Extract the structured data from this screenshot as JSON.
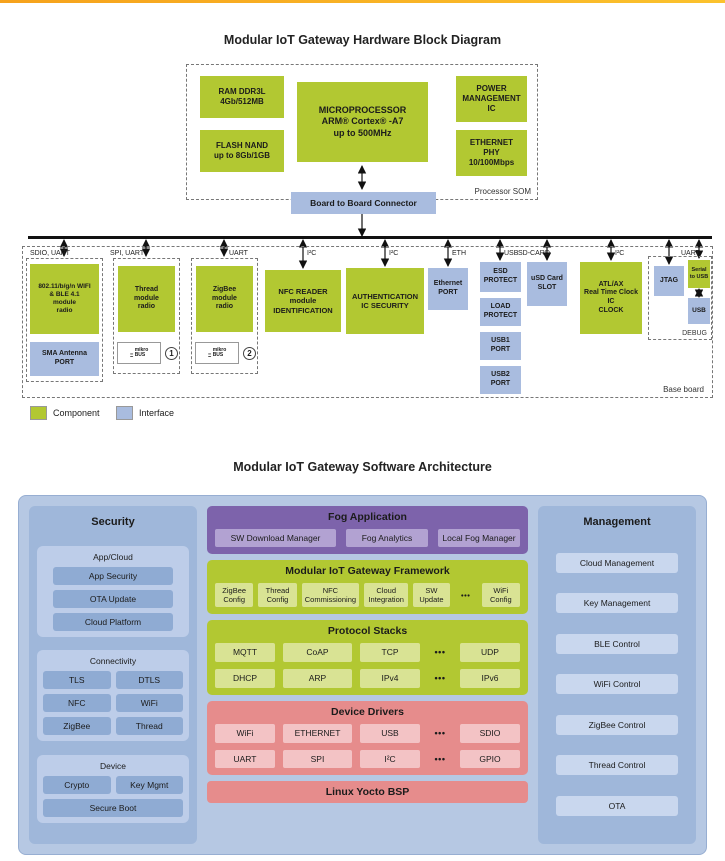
{
  "titles": {
    "hardware": "Modular IoT Gateway Hardware Block Diagram",
    "software": "Modular IoT Gateway Software Architecture"
  },
  "colors": {
    "component_green": "#b2c832",
    "interface_blue": "#a9bcdf",
    "fog_purple": "#7d63ab",
    "driver_red": "#e68c8c",
    "panel_blue": "#b6c8e3"
  },
  "hw": {
    "som_label": "Processor SOM",
    "ram": "RAM DDR3L\n4Gb/512MB",
    "flash": "FLASH NAND\nup to 8Gb/1GB",
    "mcu": "MICROPROCESSOR\nARM® Cortex® -A7\nup to 500MHz",
    "pmic": "POWER\nMANAGEMENT\nIC",
    "phy": "ETHERNET\nPHY\n10/100Mbps",
    "b2b": "Board to Board Connector",
    "bus": [
      "SDIO, UART",
      "SPI, UART",
      "UART",
      "I²C",
      "I²C",
      "ETH",
      "USB",
      "SD-CARD",
      "I²C",
      "UART"
    ],
    "wifi": "802.11/b/g/n WIFI\n& BLE 4.1\nmodule\nradio",
    "sma": "SMA Antenna\nPORT",
    "thread": "Thread\nmodule\nradio",
    "zigbee": "ZigBee\nmodule\nradio",
    "mikrobus": "mikro\nBUS",
    "badge1": "1",
    "badge2": "2",
    "nfc": "NFC READER\nmodule\nIDENTIFICATION",
    "auth": "AUTHENTICATION\nIC SECURITY",
    "eth_port": "Ethernet\nPORT",
    "esd": "ESD\nPROTECT",
    "load": "LOAD\nPROTECT",
    "usb1": "USB1\nPORT",
    "usb2": "USB2\nPORT",
    "usd": "uSD Card\nSLOT",
    "rtc": "ATL/AX\nReal Time Clock\nIC\nCLOCK",
    "jtag": "JTAG",
    "ser2usb": "Serial\nto USB",
    "usb": "USB",
    "debug_label": "DEBUG",
    "baseboard_label": "Base board",
    "legend": [
      {
        "label": "Component",
        "color": "#b2c832"
      },
      {
        "label": "Interface",
        "color": "#a9bcdf"
      }
    ]
  },
  "sw": {
    "security": {
      "title": "Security",
      "g1_label": "App/Cloud",
      "g1": [
        "App Security",
        "OTA Update",
        "Cloud Platform"
      ],
      "g2_label": "Connectivity",
      "g2": [
        "TLS",
        "DTLS",
        "NFC",
        "WiFi",
        "ZigBee",
        "Thread"
      ],
      "g3_label": "Device",
      "g3": [
        "Crypto",
        "Key Mgmt",
        "Secure Boot"
      ]
    },
    "fog": {
      "title": "Fog Application",
      "items": [
        "SW Download Manager",
        "Fog Analytics",
        "Local Fog Manager"
      ]
    },
    "framework": {
      "title": "Modular IoT Gateway Framework",
      "items": [
        "ZigBee\nConfig",
        "Thread\nConfig",
        "NFC\nCommissioning",
        "Cloud\nIntegration",
        "SW\nUpdate",
        "•••",
        "WiFi\nConfig"
      ]
    },
    "protocols": {
      "title": "Protocol Stacks",
      "row1": [
        "MQTT",
        "CoAP",
        "TCP",
        "•••",
        "UDP"
      ],
      "row2": [
        "DHCP",
        "ARP",
        "IPv4",
        "•••",
        "IPv6"
      ]
    },
    "drivers": {
      "title": "Device Drivers",
      "row1": [
        "WiFi",
        "ETHERNET",
        "USB",
        "•••",
        "SDIO"
      ],
      "row2": [
        "UART",
        "SPI",
        "I²C",
        "•••",
        "GPIO"
      ]
    },
    "bsp": "Linux Yocto BSP",
    "management": {
      "title": "Management",
      "items": [
        "Cloud Management",
        "Key Management",
        "BLE Control",
        "WiFi Control",
        "ZigBee Control",
        "Thread Control",
        "OTA"
      ]
    }
  }
}
